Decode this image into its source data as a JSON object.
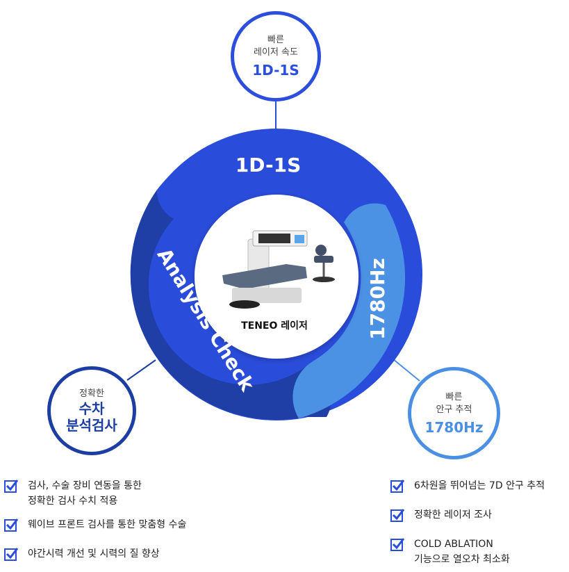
{
  "ring": {
    "segment_top_label": "1D-1S",
    "segment_right_label": "1780Hz",
    "segment_left_label": "Analysis Check",
    "colors": {
      "top": "#2a4cdb",
      "right": "#4b91e4",
      "left": "#1f3fa6"
    }
  },
  "center": {
    "label": "TENEO 레이저"
  },
  "bubbles": {
    "top": {
      "line1": "빠른",
      "line2": "레이저 속도",
      "value": "1D-1S"
    },
    "left": {
      "line1": "정확한",
      "value_line1": "수차",
      "value_line2": "분석검사"
    },
    "right": {
      "line1": "빠른",
      "line2": "안구 추적",
      "value": "1780Hz"
    }
  },
  "left_list": [
    {
      "line1": "검사, 수술 장비 연동을 통한",
      "line2": "정확한 검사 수치 적용"
    },
    {
      "line1": "웨이브 프론트 검사를 통한 맞춤형 수술",
      "line2": ""
    },
    {
      "line1": "야간시력 개선 및 시력의 질 향상",
      "line2": ""
    }
  ],
  "right_list": [
    {
      "line1": "6차원을 뛰어넘는 7D 안구 추적",
      "line2": ""
    },
    {
      "line1": "정확한 레이저 조사",
      "line2": ""
    },
    {
      "line1": "COLD ABLATION",
      "line2": "기능으로 열오차 최소화"
    }
  ],
  "icons": {
    "check": "checkbox-check-icon",
    "device": "laser-device-icon"
  }
}
